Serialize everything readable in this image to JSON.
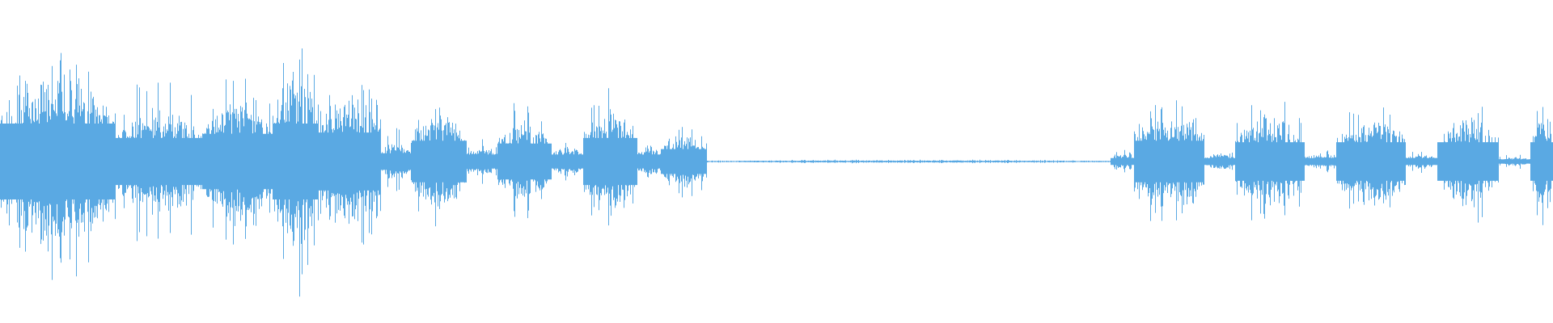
{
  "waveform": {
    "color": "#5aa9e3",
    "background": "#ffffff",
    "center_line_color": "#5aa9e3",
    "segments": [
      {
        "start": 0.0,
        "end": 0.074,
        "amplitude": 0.55,
        "peak": 0.72
      },
      {
        "start": 0.074,
        "end": 0.13,
        "amplitude": 0.34,
        "peak": 0.58
      },
      {
        "start": 0.13,
        "end": 0.175,
        "amplitude": 0.4,
        "peak": 0.63
      },
      {
        "start": 0.175,
        "end": 0.205,
        "amplitude": 0.55,
        "peak": 0.84
      },
      {
        "start": 0.205,
        "end": 0.245,
        "amplitude": 0.42,
        "peak": 0.62
      },
      {
        "start": 0.245,
        "end": 0.265,
        "amplitude": 0.12,
        "peak": 0.22
      },
      {
        "start": 0.265,
        "end": 0.3,
        "amplitude": 0.3,
        "peak": 0.42
      },
      {
        "start": 0.3,
        "end": 0.32,
        "amplitude": 0.1,
        "peak": 0.18
      },
      {
        "start": 0.32,
        "end": 0.355,
        "amplitude": 0.26,
        "peak": 0.4
      },
      {
        "start": 0.355,
        "end": 0.375,
        "amplitude": 0.1,
        "peak": 0.16
      },
      {
        "start": 0.375,
        "end": 0.41,
        "amplitude": 0.34,
        "peak": 0.48
      },
      {
        "start": 0.41,
        "end": 0.425,
        "amplitude": 0.1,
        "peak": 0.16
      },
      {
        "start": 0.425,
        "end": 0.455,
        "amplitude": 0.18,
        "peak": 0.26
      },
      {
        "start": 0.455,
        "end": 0.715,
        "amplitude": 0.008,
        "peak": 0.012
      },
      {
        "start": 0.715,
        "end": 0.73,
        "amplitude": 0.05,
        "peak": 0.08
      },
      {
        "start": 0.73,
        "end": 0.775,
        "amplitude": 0.3,
        "peak": 0.42
      },
      {
        "start": 0.775,
        "end": 0.795,
        "amplitude": 0.05,
        "peak": 0.08
      },
      {
        "start": 0.795,
        "end": 0.84,
        "amplitude": 0.28,
        "peak": 0.4
      },
      {
        "start": 0.84,
        "end": 0.86,
        "amplitude": 0.05,
        "peak": 0.08
      },
      {
        "start": 0.86,
        "end": 0.905,
        "amplitude": 0.28,
        "peak": 0.4
      },
      {
        "start": 0.905,
        "end": 0.925,
        "amplitude": 0.05,
        "peak": 0.08
      },
      {
        "start": 0.925,
        "end": 0.965,
        "amplitude": 0.28,
        "peak": 0.4
      },
      {
        "start": 0.965,
        "end": 0.985,
        "amplitude": 0.03,
        "peak": 0.06
      },
      {
        "start": 0.985,
        "end": 1.0,
        "amplitude": 0.28,
        "peak": 0.4
      }
    ]
  }
}
